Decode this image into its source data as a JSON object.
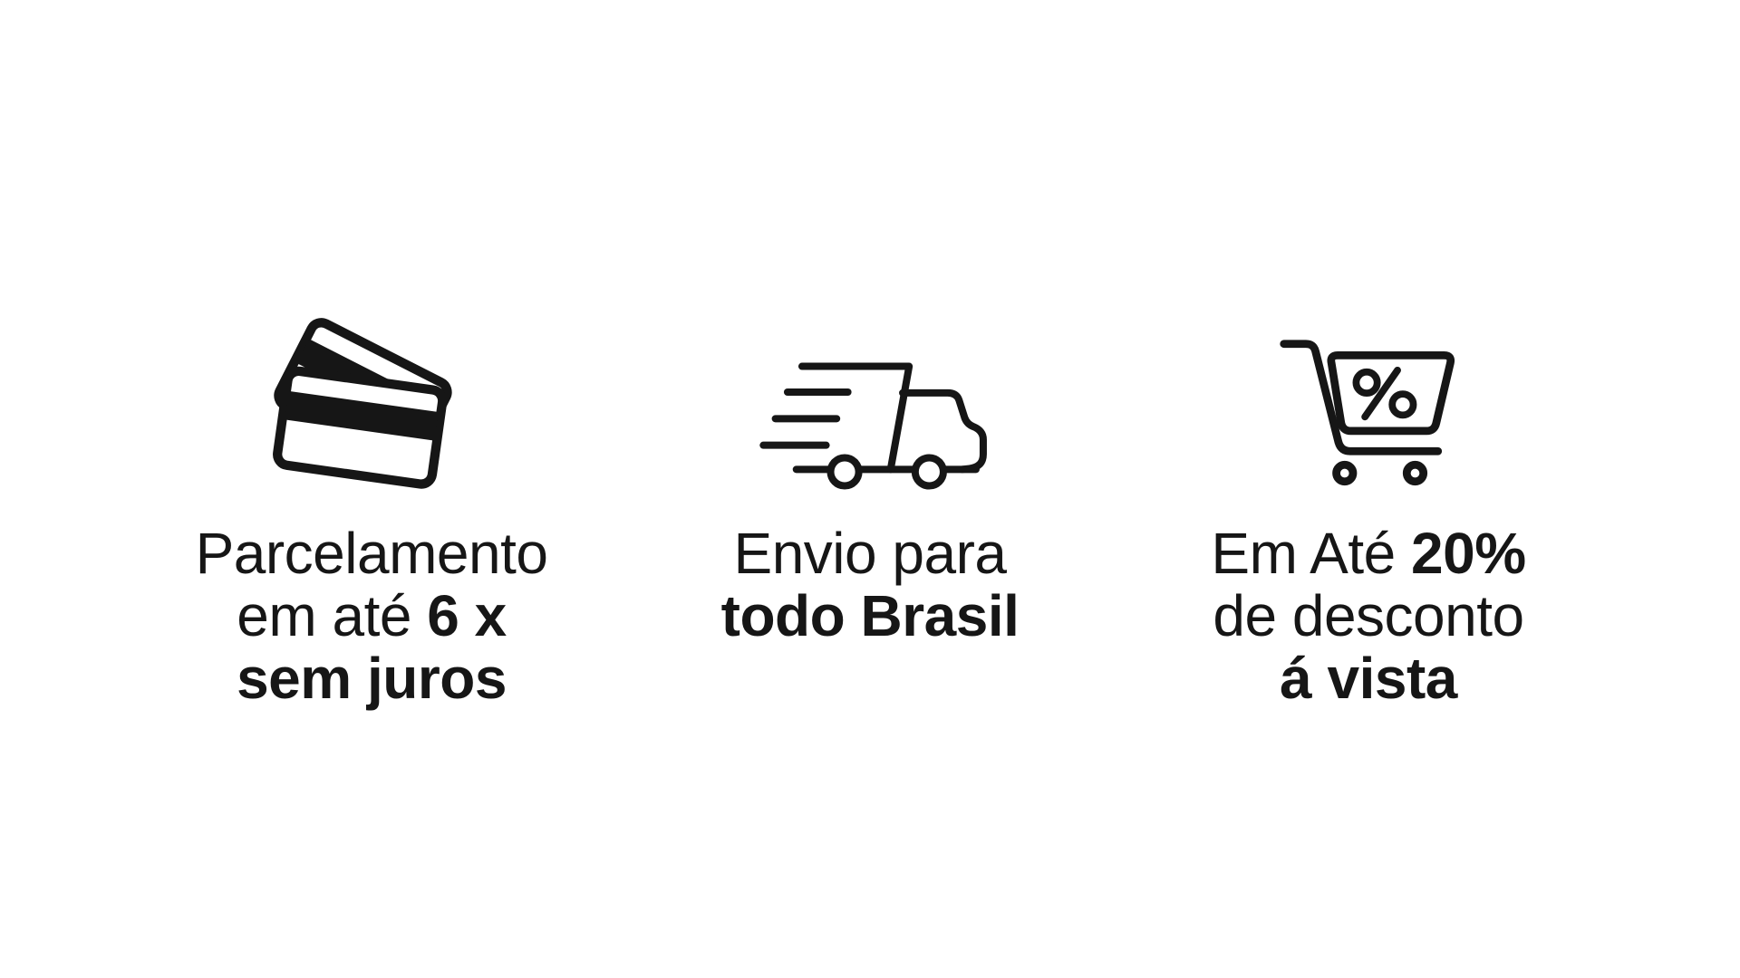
{
  "colors": {
    "background": "#ffffff",
    "text": "#161616",
    "icon_stroke": "#161616"
  },
  "benefits": [
    {
      "id": "installments",
      "icon": "credit-cards-icon",
      "lines": [
        {
          "segments": [
            {
              "text": "Parcelamento",
              "bold": false
            }
          ]
        },
        {
          "segments": [
            {
              "text": "em até ",
              "bold": false
            },
            {
              "text": "6 x",
              "bold": true
            }
          ]
        },
        {
          "segments": [
            {
              "text": "sem juros",
              "bold": true
            }
          ]
        }
      ]
    },
    {
      "id": "shipping",
      "icon": "delivery-truck-icon",
      "lines": [
        {
          "segments": [
            {
              "text": "Envio para",
              "bold": false
            }
          ]
        },
        {
          "segments": [
            {
              "text": "todo Brasil",
              "bold": true
            }
          ]
        }
      ]
    },
    {
      "id": "discount",
      "icon": "discount-cart-icon",
      "lines": [
        {
          "segments": [
            {
              "text": "Em Até ",
              "bold": false
            },
            {
              "text": "20%",
              "bold": true
            }
          ]
        },
        {
          "segments": [
            {
              "text": "de desconto",
              "bold": false
            }
          ]
        },
        {
          "segments": [
            {
              "text": "á vista",
              "bold": true
            }
          ]
        }
      ]
    }
  ]
}
